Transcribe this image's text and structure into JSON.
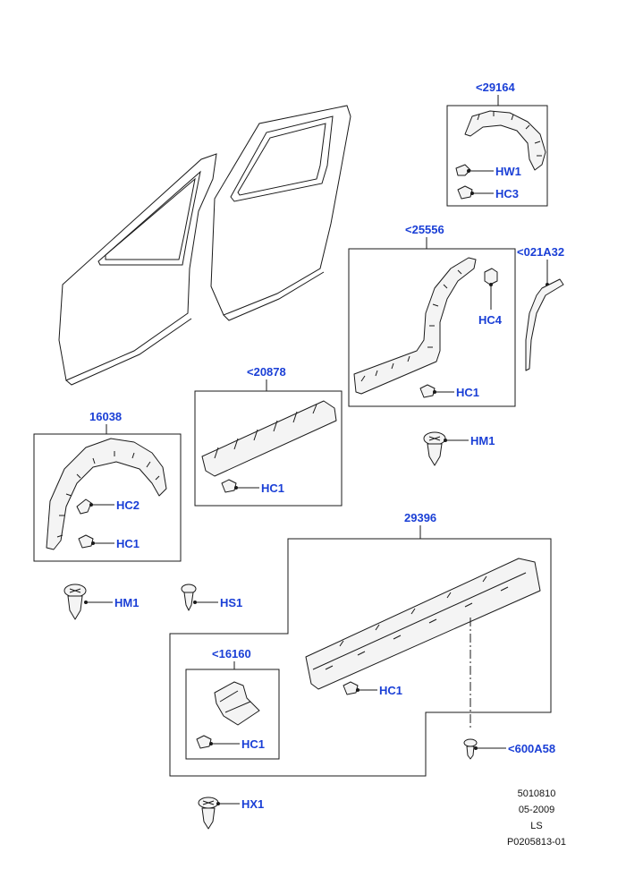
{
  "callouts": {
    "c29164": "<29164",
    "hw1": "HW1",
    "hc3": "HC3",
    "c25556": "<25556",
    "c021a32": "<021A32",
    "hc4": "HC4",
    "hc1_25556": "HC1",
    "c20878": "<20878",
    "hc1_20878": "HC1",
    "hm1_right": "HM1",
    "c16038": "16038",
    "hc2": "HC2",
    "hc1_16038": "HC1",
    "c29396": "29396",
    "hm1_left": "HM1",
    "hs1": "HS1",
    "c16160": "<16160",
    "hc1_29396": "HC1",
    "hc1_16160": "HC1",
    "c600a58": "<600A58",
    "hx1": "HX1"
  },
  "reference": {
    "line1": "5010810",
    "line2": "05-2009",
    "line3": "LS",
    "line4": "P0205813-01"
  },
  "colors": {
    "callout": "#1a3fd6",
    "line": "#1a1a1a"
  }
}
